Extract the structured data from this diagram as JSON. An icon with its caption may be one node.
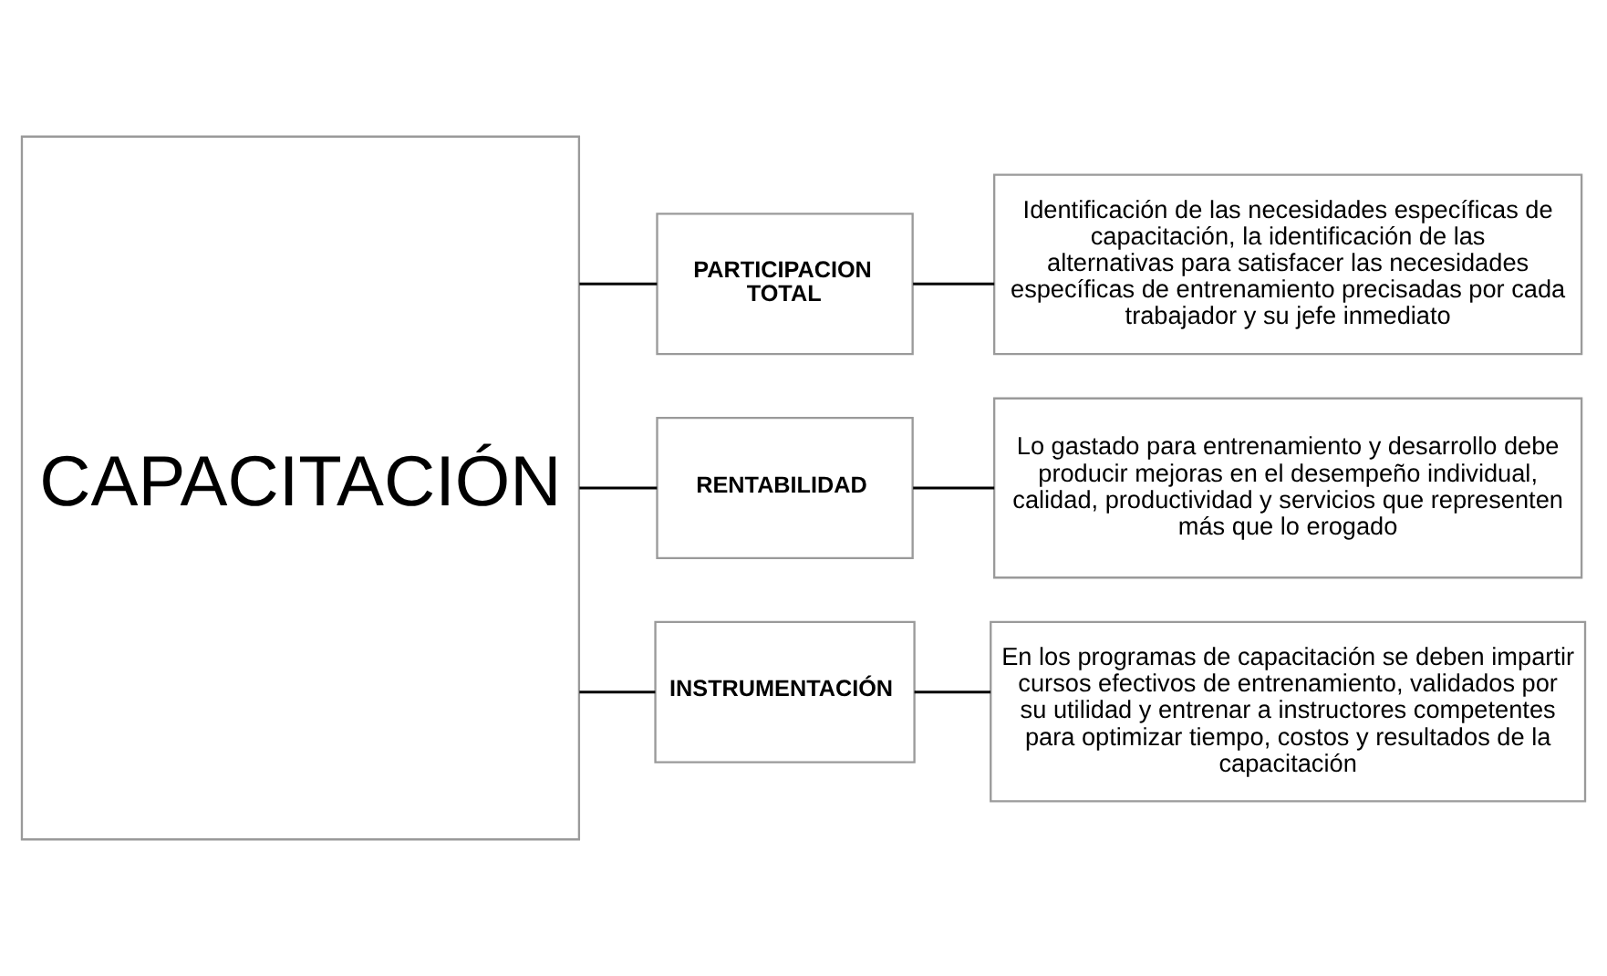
{
  "diagram": {
    "nodes": [
      {
        "text": [
          "CAPACITACIÓN"
        ]
      },
      {
        "text": [
          "PARTICIPACION TOTAL"
        ]
      },
      {
        "text": [
          "Identificación de las necesidades específicas de capacitación, la identificación de las alternativas para satisfacer las necesidades específicas de entrenamiento precisadas por cada trabajador y su jefe inmediato"
        ]
      },
      {
        "text": [
          "RENTABILIDAD"
        ]
      },
      {
        "text": [
          "Lo gastado para entrenamiento y desarrollo debe producir mejoras en el desempeño individual, calidad, productividad y servicios que representen más que lo erogado"
        ]
      },
      {
        "text": [
          "INSTRUMENTACIÓN"
        ]
      },
      {
        "text": [
          "En los programas de capacitación se deben impartir cursos efectivos de entrenamiento, validados por su utilidad y entrenar a instructores competentes para optimizar tiempo, costos y resultados de la capacitación"
        ]
      }
    ],
    "edges": [
      {
        "from": 0,
        "to": 1,
        "arrow": "none"
      },
      {
        "from": 0,
        "to": 3,
        "arrow": "none"
      },
      {
        "from": 0,
        "to": 5,
        "arrow": "none"
      },
      {
        "from": 1,
        "to": 2,
        "arrow": "none"
      },
      {
        "from": 3,
        "to": 4,
        "arrow": "none"
      },
      {
        "from": 5,
        "to": 6,
        "arrow": "none"
      }
    ]
  }
}
